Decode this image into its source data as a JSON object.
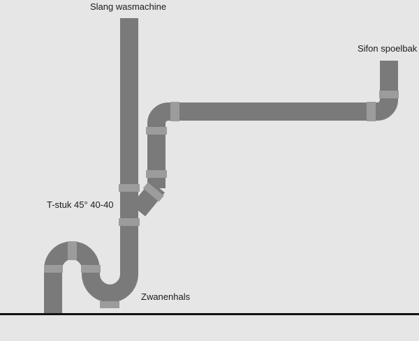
{
  "labels": {
    "washing_machine_hose": "Slang wasmachine",
    "sink_siphon": "Sifon spoelbak",
    "tee_fitting": "T-stuk 45° 40-40",
    "trap": "Zwanenhals"
  },
  "colors": {
    "background": "#e6e6e6",
    "pipe": "#7a7a7a",
    "coupling": "#9c9c9c",
    "floor": "#111111"
  }
}
